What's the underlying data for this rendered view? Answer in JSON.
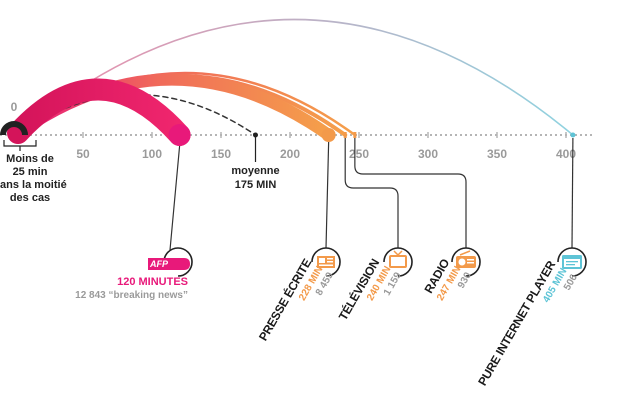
{
  "axis": {
    "ticks": [
      "0",
      "50",
      "100",
      "150",
      "200",
      "250",
      "300",
      "350",
      "400"
    ]
  },
  "median_note": {
    "line1": "Moins de",
    "line2": "25 min",
    "line3": "dans la moitié",
    "line4": "des cas"
  },
  "average": {
    "line1": "moyenne",
    "line2": "175 MIN",
    "value": 175
  },
  "media": [
    {
      "key": "afp",
      "logo": "AFP",
      "minutes_label": "120 MINUTES",
      "count_label": "12 843 “breaking news”",
      "value": 120,
      "color": "#e8197a",
      "icon": "afp-logo-icon"
    },
    {
      "key": "presse",
      "name": "PRESSE ÉCRITE",
      "minutes_label": "228 MIN",
      "count_label": "8 459",
      "value": 228,
      "color": "#f39a4a",
      "icon": "newspaper-icon"
    },
    {
      "key": "tv",
      "name": "TÉLÉVISION",
      "minutes_label": "240 MIN",
      "count_label": "1 159",
      "value": 240,
      "color": "#f39a4a",
      "icon": "television-icon"
    },
    {
      "key": "radio",
      "name": "RADIO",
      "minutes_label": "247 MIN",
      "count_label": "930",
      "value": 247,
      "color": "#f39a4a",
      "icon": "radio-icon"
    },
    {
      "key": "internet",
      "name": "PURE INTERNET PLAYER",
      "minutes_label": "405 MIN",
      "count_label": "506",
      "value": 405,
      "color": "#5ec4d6",
      "icon": "browser-window-icon"
    }
  ],
  "colors": {
    "axis": "#b5b5b5",
    "pink": "#e8197a",
    "orange": "#f39a4a",
    "cyan": "#5ec4d6",
    "dark": "#222222"
  }
}
